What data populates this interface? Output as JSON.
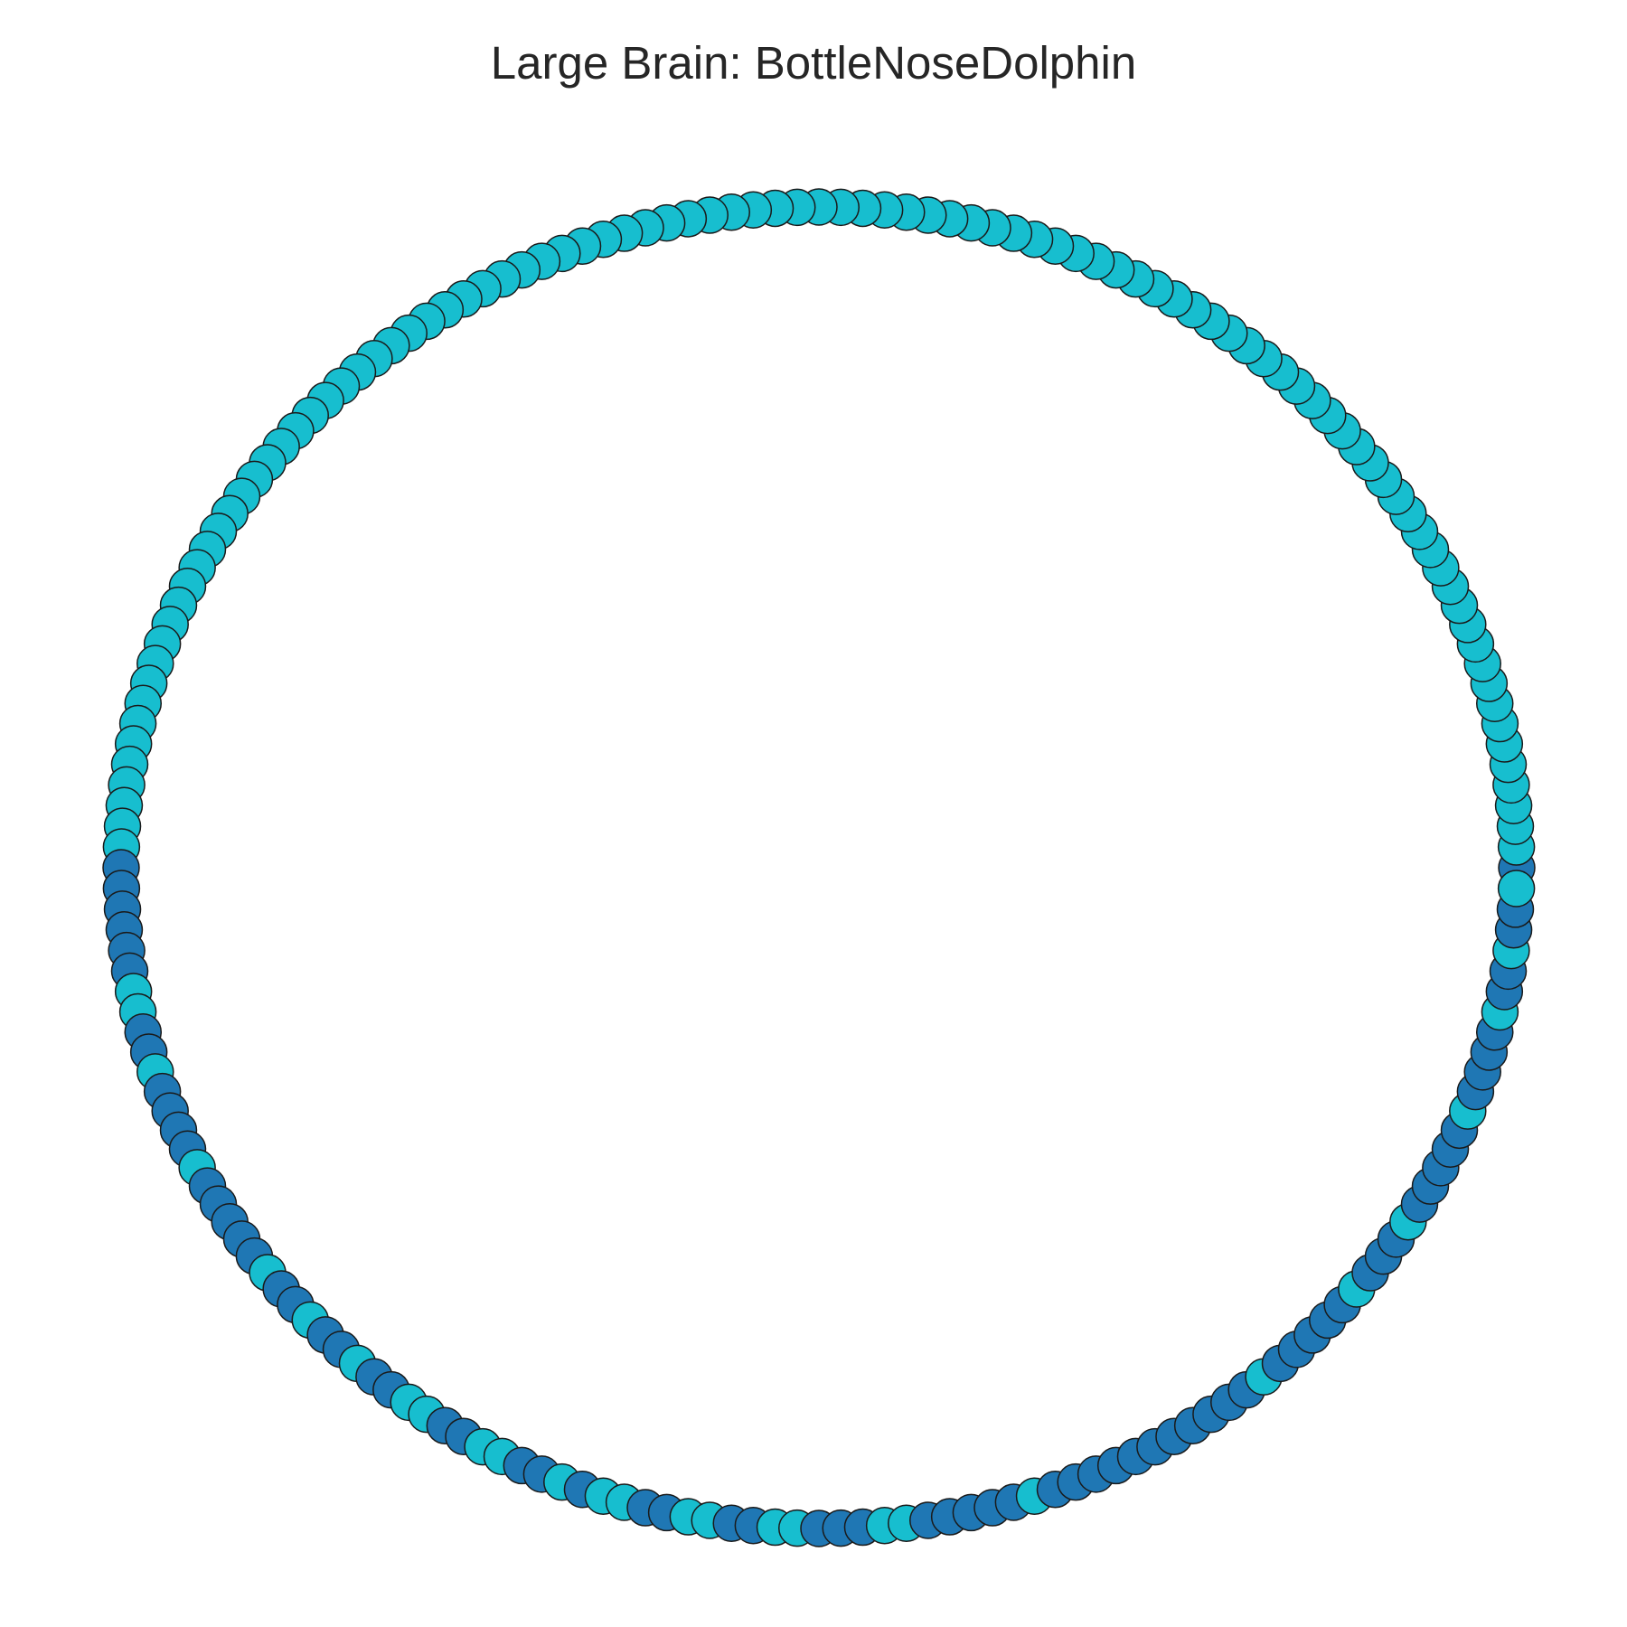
{
  "title": "Large Brain: BottleNoseDolphin",
  "colors": {
    "dark": "#1f77b4",
    "light": "#17becf",
    "outline": "#1a1a1a",
    "background": "#ffffff"
  },
  "chart_data": {
    "type": "circular-node-layout",
    "node_count": 200,
    "start_angle_deg": 0,
    "direction": "counterclockwise",
    "node_color_keys": [
      "dark",
      "light",
      "light",
      "light",
      "light",
      "light",
      "light",
      "light",
      "light",
      "light",
      "light",
      "light",
      "light",
      "light",
      "light",
      "light",
      "light",
      "light",
      "light",
      "light",
      "light",
      "light",
      "light",
      "light",
      "light",
      "light",
      "light",
      "light",
      "light",
      "light",
      "light",
      "light",
      "light",
      "light",
      "light",
      "light",
      "light",
      "light",
      "light",
      "light",
      "light",
      "light",
      "light",
      "light",
      "light",
      "light",
      "light",
      "light",
      "light",
      "light",
      "light",
      "light",
      "light",
      "light",
      "light",
      "light",
      "light",
      "light",
      "light",
      "light",
      "light",
      "light",
      "light",
      "light",
      "light",
      "light",
      "light",
      "light",
      "light",
      "light",
      "light",
      "light",
      "light",
      "light",
      "light",
      "light",
      "light",
      "light",
      "light",
      "light",
      "light",
      "light",
      "light",
      "light",
      "light",
      "light",
      "light",
      "light",
      "light",
      "light",
      "light",
      "light",
      "light",
      "light",
      "light",
      "light",
      "light",
      "light",
      "light",
      "light",
      "dark",
      "dark",
      "dark",
      "dark",
      "dark",
      "dark",
      "light",
      "light",
      "dark",
      "dark",
      "light",
      "dark",
      "dark",
      "dark",
      "dark",
      "light",
      "dark",
      "dark",
      "dark",
      "dark",
      "dark",
      "light",
      "dark",
      "dark",
      "light",
      "dark",
      "dark",
      "light",
      "dark",
      "dark",
      "light",
      "light",
      "dark",
      "dark",
      "light",
      "light",
      "dark",
      "dark",
      "light",
      "dark",
      "light",
      "light",
      "dark",
      "dark",
      "light",
      "light",
      "dark",
      "dark",
      "light",
      "light",
      "dark",
      "dark",
      "dark",
      "light",
      "light",
      "dark",
      "dark",
      "dark",
      "dark",
      "dark",
      "light",
      "dark",
      "dark",
      "dark",
      "dark",
      "dark",
      "dark",
      "dark",
      "dark",
      "dark",
      "dark",
      "dark",
      "light",
      "dark",
      "dark",
      "dark",
      "dark",
      "dark",
      "light",
      "dark",
      "dark",
      "dark",
      "light",
      "dark",
      "dark",
      "dark",
      "dark",
      "dark",
      "light",
      "dark",
      "dark",
      "dark",
      "dark",
      "light",
      "dark",
      "dark",
      "light",
      "dark",
      "dark",
      "light"
    ]
  }
}
